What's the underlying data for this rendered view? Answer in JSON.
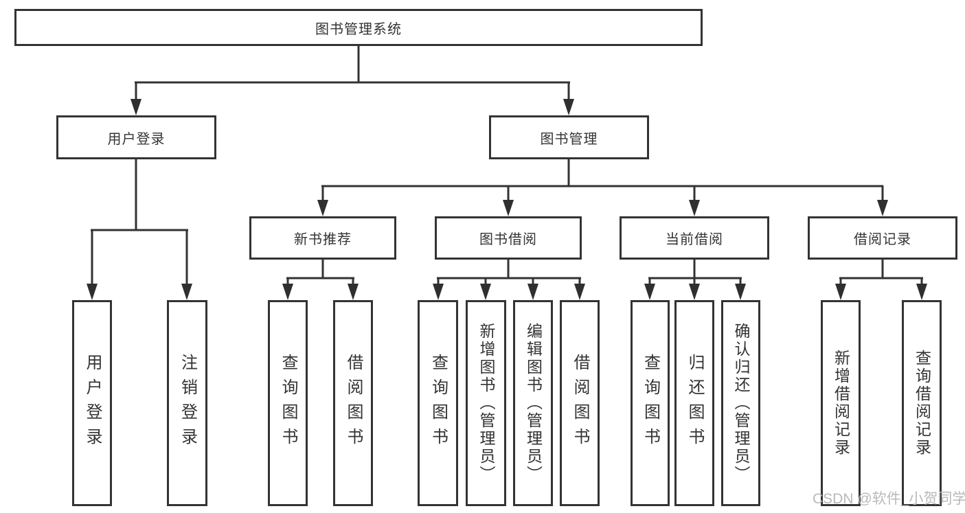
{
  "tree": {
    "root": {
      "label": "图书管理系统"
    },
    "level2": [
      {
        "label": "用户登录"
      },
      {
        "label": "图书管理"
      }
    ],
    "level3": [
      {
        "label": "新书推荐",
        "parent": "图书管理"
      },
      {
        "label": "图书借阅",
        "parent": "图书管理"
      },
      {
        "label": "当前借阅",
        "parent": "图书管理"
      },
      {
        "label": "借阅记录",
        "parent": "图书管理"
      }
    ],
    "leaves": [
      {
        "label": "用户登录",
        "parent": "用户登录"
      },
      {
        "label": "注销登录",
        "parent": "用户登录"
      },
      {
        "label": "查询图书",
        "parent": "新书推荐"
      },
      {
        "label": "借阅图书",
        "parent": "新书推荐"
      },
      {
        "label": "查询图书",
        "parent": "图书借阅"
      },
      {
        "label": "新增图书（管理员）",
        "parent": "图书借阅"
      },
      {
        "label": "编辑图书（管理员）",
        "parent": "图书借阅"
      },
      {
        "label": "借阅图书",
        "parent": "图书借阅"
      },
      {
        "label": "查询图书",
        "parent": "当前借阅"
      },
      {
        "label": "归还图书",
        "parent": "当前借阅"
      },
      {
        "label": "确认归还（管理员）",
        "parent": "当前借阅"
      },
      {
        "label": "新增借阅记录",
        "parent": "借阅记录"
      },
      {
        "label": "查询借阅记录",
        "parent": "借阅记录"
      }
    ]
  },
  "watermark": {
    "text": "CSDN @软件_小贺同学"
  },
  "colors": {
    "background": "#ffffff",
    "box_border": "#333333",
    "line": "#333333",
    "arrowhead": "#2f2f2f",
    "text": "#333333",
    "watermark_text": "#b9b9b9"
  }
}
